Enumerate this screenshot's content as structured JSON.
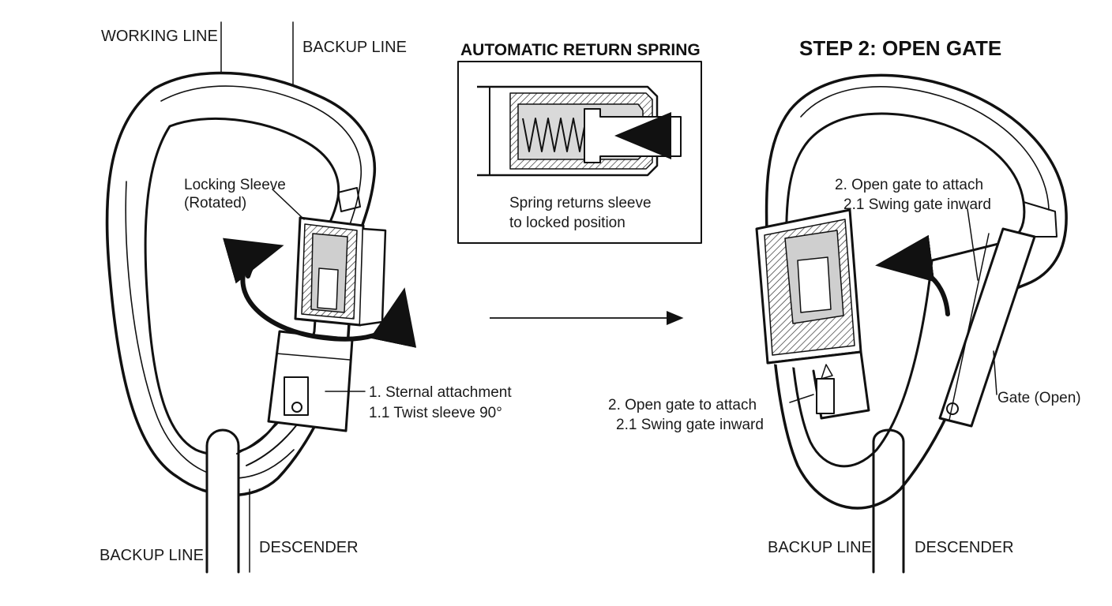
{
  "left": {
    "top_left_label": "WORKING LINE",
    "top_right_label": "BACKUP LINE",
    "sleeve_label_1": "Locking Sleeve",
    "sleeve_label_2": "(Rotated)",
    "step_label_1": "1. Sternal attachment",
    "step_label_2": "1.1 Twist sleeve 90°",
    "bottom_left_label": "BACKUP LINE",
    "bottom_right_label": "DESCENDER"
  },
  "inset": {
    "title": "AUTOMATIC RETURN SPRING",
    "caption_1": "Spring returns sleeve",
    "caption_2": "to locked position"
  },
  "right": {
    "title": "STEP 2: OPEN GATE",
    "callout_top_1": "2. Open gate to attach",
    "callout_top_2": "2.1 Swing gate inward",
    "callout_left_1": "2. Open gate to attach",
    "callout_left_2": "2.1 Swing gate inward",
    "gate_label": "Gate (Open)",
    "bottom_left_label": "BACKUP LINE",
    "bottom_right_label": "DESCENDER"
  }
}
